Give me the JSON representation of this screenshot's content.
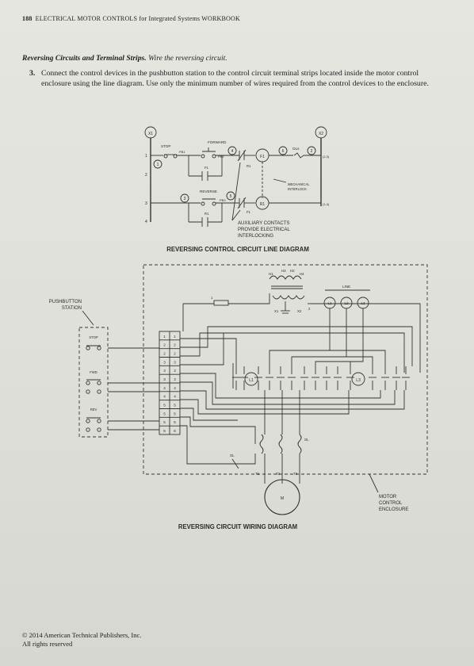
{
  "header": {
    "page_number": "188",
    "running_title": "ELECTRICAL MOTOR CONTROLS for Integrated Systems WORKBOOK"
  },
  "section": {
    "title": "Reversing Circuits and Terminal Strips.",
    "subtitle": "Wire the reversing circuit."
  },
  "question": {
    "number": "3.",
    "text": "Connect the control devices in the pushbutton station to the control circuit terminal strips located inside the motor control enclosure using the line diagram. Use only the minimum number of wires required from the control devices to the enclosure."
  },
  "line_diagram": {
    "caption": "REVERSING CONTROL CIRCUIT LINE DIAGRAM",
    "x1": "X1",
    "x2": "X2",
    "rungs": [
      "1",
      "2",
      "3",
      "4"
    ],
    "stop": "STOP",
    "pb1": "PB1",
    "forward": "FORWARD",
    "pb2": "PB2",
    "reverse": "REVERSE",
    "pb3": "PB3",
    "f1": "F1",
    "r1": "R1",
    "f": "F1",
    "r": "R1",
    "ols": "OLs",
    "mechanical_interlock": [
      "MECHANICAL",
      "INTERLOCK"
    ],
    "aux_contacts": [
      "AUXILIARY CONTACTS",
      "PROVIDE ELECTRICAL",
      "INTERLOCKING"
    ],
    "ref_1": "(2,3)",
    "ref_2": "(1,4)",
    "node_1": "1",
    "node_2": "2",
    "node_3": "3",
    "node_4": "4",
    "node_5": "5",
    "node_6": "6"
  },
  "wiring_diagram": {
    "caption": "REVERSING CIRCUIT WIRING DIAGRAM",
    "pushbutton_station": [
      "PUSHBUTTON",
      "STATION"
    ],
    "stop": "STOP",
    "fwd": "FWD",
    "rev": "REV",
    "line": "LINE",
    "l1": "L1",
    "l2": "L2",
    "l3": "L3",
    "h1": "H1",
    "h2": "H2",
    "h3": "H3",
    "h4": "H4",
    "x1": "X1",
    "x2": "X2",
    "ol": "OL",
    "m": "M",
    "t1": "T1",
    "t2": "T2",
    "t3": "T3",
    "enclosure": [
      "MOTOR",
      "CONTROL",
      "ENCLOSURE"
    ],
    "terminal_strip": [
      [
        "1",
        "1"
      ],
      [
        "2",
        "2"
      ],
      [
        "2",
        "2"
      ],
      [
        "3",
        "3"
      ],
      [
        "3",
        "3"
      ],
      [
        "3",
        "3"
      ],
      [
        "4",
        "4"
      ],
      [
        "4",
        "4"
      ],
      [
        "5",
        "5"
      ],
      [
        "5",
        "5"
      ],
      [
        "5",
        "5"
      ],
      [
        "6",
        "6"
      ]
    ]
  },
  "footer": {
    "copyright": "© 2014 American Technical Publishers, Inc.",
    "rights": "All rights reserved"
  }
}
